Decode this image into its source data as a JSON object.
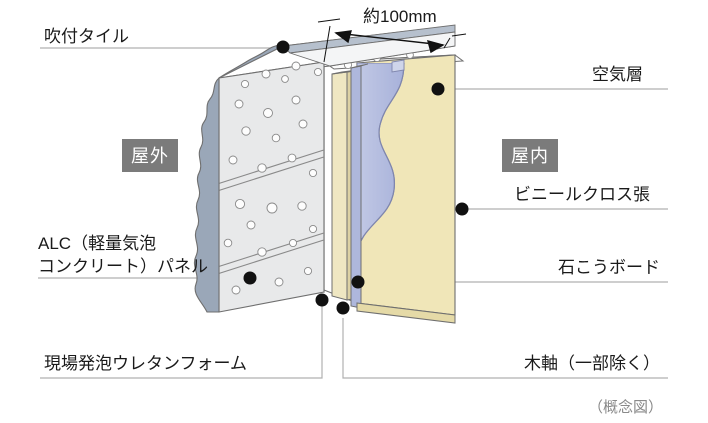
{
  "diagram": {
    "caption": "（概念図）",
    "dimension": {
      "label": "約100mm"
    },
    "zones": [
      {
        "name": "outdoor",
        "label": "屋外"
      },
      {
        "name": "indoor",
        "label": "屋内"
      }
    ],
    "labels": [
      {
        "name": "spray-tile",
        "text": "吹付タイル"
      },
      {
        "name": "alc-panel-line1",
        "text": "ALC（軽量気泡"
      },
      {
        "name": "alc-panel-line2",
        "text": "コンクリート）パネル"
      },
      {
        "name": "urethane-foam",
        "text": "現場発泡ウレタンフォーム"
      },
      {
        "name": "air-layer",
        "text": "空気層"
      },
      {
        "name": "vinyl-cloth",
        "text": "ビニールクロス張"
      },
      {
        "name": "gypsum-board",
        "text": "石こうボード"
      },
      {
        "name": "wood-frame",
        "text": "木軸（一部除く）"
      }
    ],
    "colors": {
      "spray_tile": "#9aa7b8",
      "alc_panel": "#e8e9ea",
      "alc_top": "#f1f2f3",
      "urethane": "#ecc9bf",
      "urethane_hatch": "#8d6a5c",
      "wood": "#efe7c2",
      "wood_shade": "#ddd2a4",
      "vinyl_cloth": "#aeb7dc",
      "gypsum": "#f0e6b8",
      "air_gap": "#ffffff",
      "leader": "#b5b5b5",
      "badge_bg": "#7b7b7b",
      "caption": "#8a8a8a",
      "outline": "#5b5b5b"
    }
  }
}
